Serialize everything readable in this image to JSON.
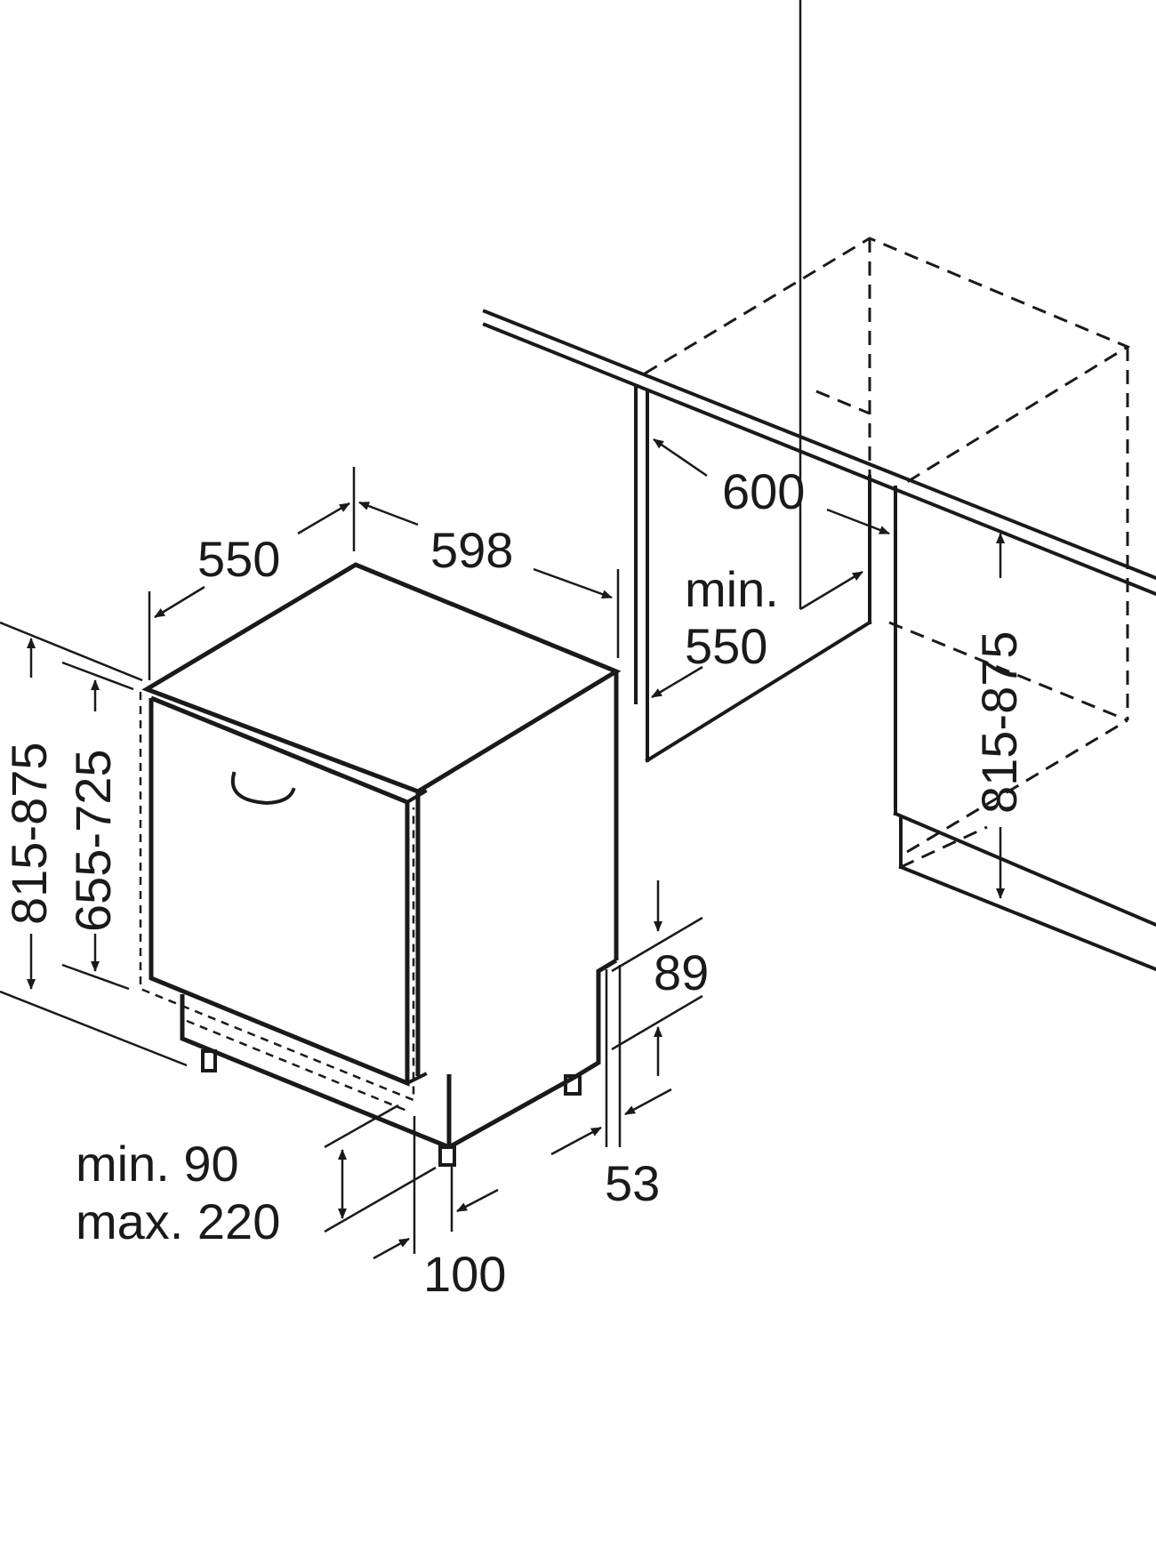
{
  "dimensions": {
    "depth": "550",
    "width": "598",
    "niche_width": "600",
    "niche_min_depth_prefix": "min.",
    "niche_min_depth_value": "550",
    "height_left": "815-875",
    "door_height": "655-725",
    "height_right": "815-875",
    "dim_89": "89",
    "dim_53": "53",
    "plinth_min": "min. 90",
    "plinth_max": "max. 220",
    "dim_100": "100"
  }
}
